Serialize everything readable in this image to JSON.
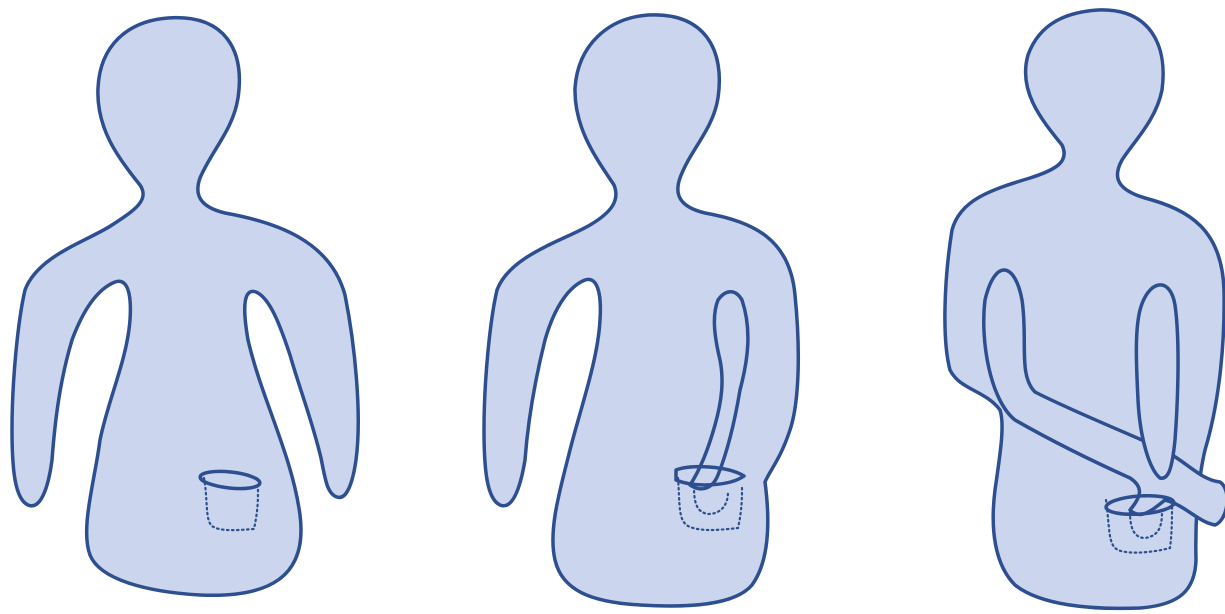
{
  "diagram": {
    "figures": [
      {
        "id": "figure-1",
        "pose": "arms-at-sides",
        "pocket": "empty"
      },
      {
        "id": "figure-2",
        "pose": "hand-in-pocket",
        "pocket": "hand-inserted"
      },
      {
        "id": "figure-3",
        "pose": "arm-across-body-hand-in-pocket",
        "pocket": "hand-inserted"
      }
    ],
    "colors": {
      "fill": "#cbd6ee",
      "stroke": "#2d4f8f"
    }
  }
}
